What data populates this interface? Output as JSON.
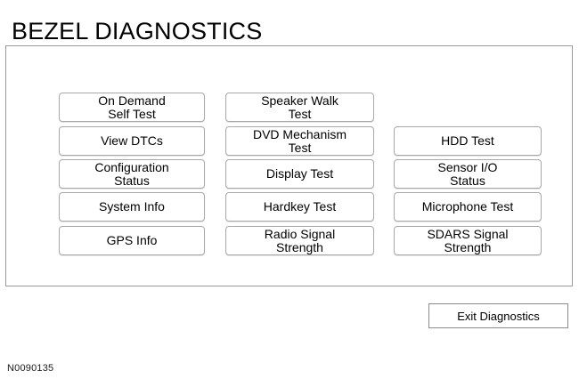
{
  "screen": {
    "title": "BEZEL DIAGNOSTICS",
    "reference_code": "N0090135",
    "background_color": "#ffffff",
    "panel_border_color": "#9a9a9a",
    "button_border_color": "#a8a8a8",
    "text_color": "#000000"
  },
  "columns": [
    {
      "name": "column-1",
      "buttons": [
        {
          "line1": "On Demand",
          "line2": "Self Test",
          "row": 1
        },
        {
          "line1": "View DTCs",
          "line2": "",
          "row": 2
        },
        {
          "line1": "Configuration",
          "line2": "Status",
          "row": 3
        },
        {
          "line1": "System Info",
          "line2": "",
          "row": 4
        },
        {
          "line1": "GPS Info",
          "line2": "",
          "row": 5
        }
      ]
    },
    {
      "name": "column-2",
      "buttons": [
        {
          "line1": "Speaker Walk",
          "line2": "Test",
          "row": 1
        },
        {
          "line1": "DVD Mechanism",
          "line2": "Test",
          "row": 2
        },
        {
          "line1": "Display Test",
          "line2": "",
          "row": 3
        },
        {
          "line1": "Hardkey Test",
          "line2": "",
          "row": 4
        },
        {
          "line1": "Radio Signal",
          "line2": "Strength",
          "row": 5
        }
      ]
    },
    {
      "name": "column-3",
      "buttons": [
        {
          "line1": "HDD Test",
          "line2": "",
          "row": 2
        },
        {
          "line1": "Sensor I/O",
          "line2": "Status",
          "row": 3
        },
        {
          "line1": "Microphone Test",
          "line2": "",
          "row": 4
        },
        {
          "line1": "SDARS Signal",
          "line2": "Strength",
          "row": 5
        }
      ]
    }
  ],
  "exit": {
    "label": "Exit Diagnostics"
  }
}
